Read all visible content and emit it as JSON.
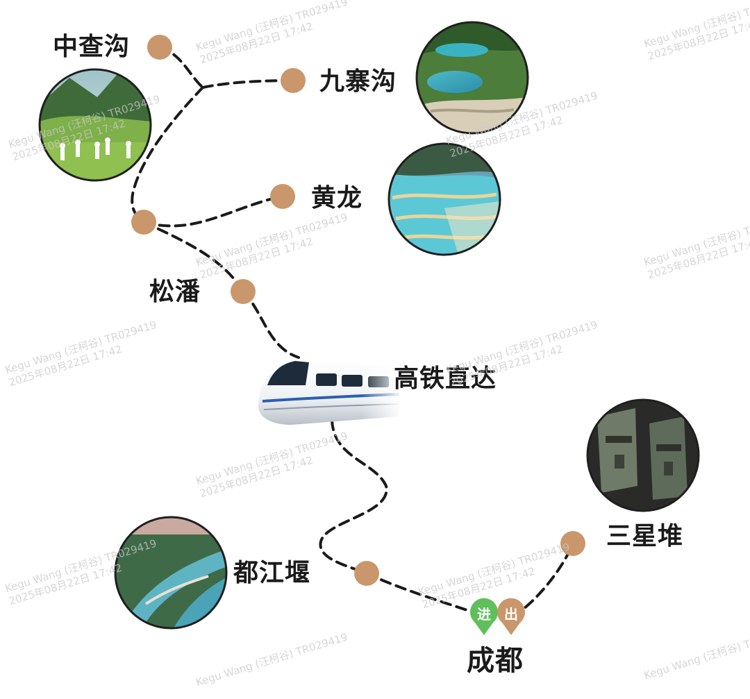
{
  "colors": {
    "route_line": "#1a1a1a",
    "stop_dot": "#c9976b",
    "pin_enter": "#5fbf5a",
    "pin_exit": "#c9976b",
    "text": "#1a1a1a"
  },
  "map": {
    "stops": [
      {
        "id": "zhongchagou",
        "name": "中查沟"
      },
      {
        "id": "jiuzhaigou",
        "name": "九寨沟"
      },
      {
        "id": "huanglong",
        "name": "黄龙"
      },
      {
        "id": "songpan",
        "name": "松潘"
      },
      {
        "id": "dujiangyan",
        "name": "都江堰"
      },
      {
        "id": "sanxingdui",
        "name": "三星堆"
      },
      {
        "id": "chengdu",
        "name": "成都"
      }
    ],
    "train_label": "高铁直达",
    "pins": {
      "enter": "进",
      "exit": "出"
    }
  },
  "watermark": {
    "line1": "Kegu Wang (汪柯谷) TR029419",
    "line2": "2025年08月22日 17:42"
  },
  "icons": {
    "train": "high-speed-train-icon",
    "photo_zhongchagou": "meadow-group-photo",
    "photo_jiuzhaigou": "turquoise-lakes-photo",
    "photo_huanglong": "travertine-pools-photo",
    "photo_dujiangyan": "river-weir-aerial-photo",
    "photo_sanxingdui": "bronze-mask-photo"
  }
}
